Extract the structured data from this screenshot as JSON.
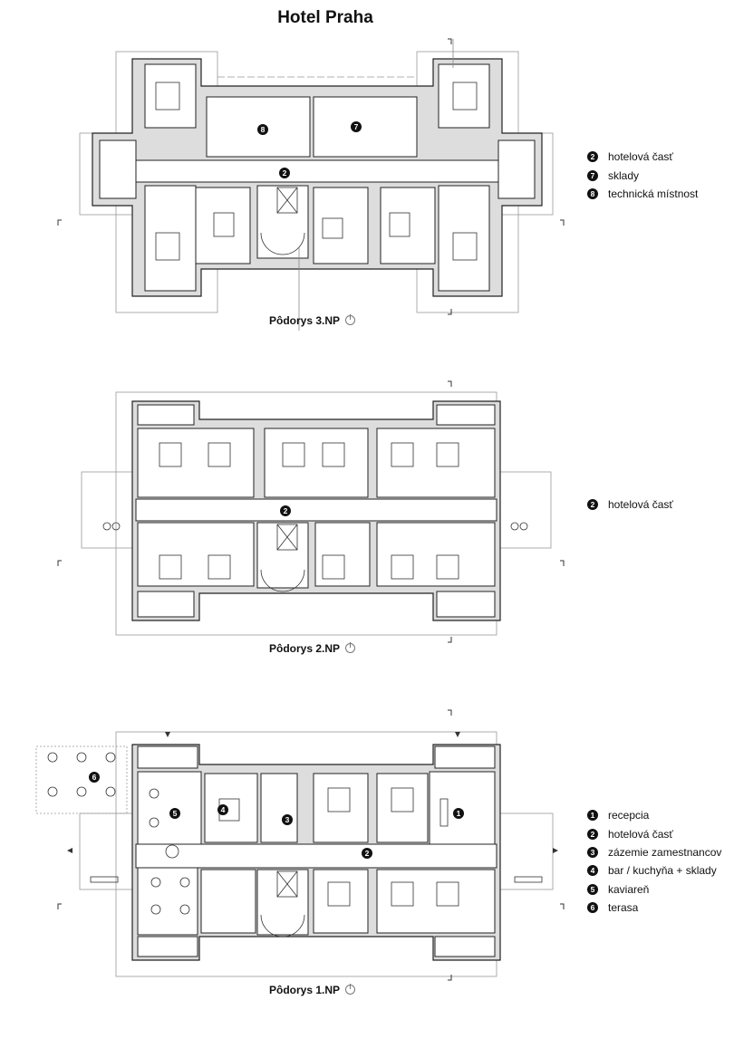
{
  "title": "Hotel Praha",
  "plans": [
    {
      "caption": "Pôdorys 3.NP",
      "labels": [
        "8",
        "7",
        "2"
      ],
      "legend": [
        {
          "num": "2",
          "text": "hotelová časť"
        },
        {
          "num": "7",
          "text": "sklady"
        },
        {
          "num": "8",
          "text": "technická místnost"
        }
      ]
    },
    {
      "caption": "Pôdorys 2.NP",
      "labels": [
        "2"
      ],
      "legend": [
        {
          "num": "2",
          "text": "hotelová časť"
        }
      ]
    },
    {
      "caption": "Pôdorys 1.NP",
      "labels": [
        "6",
        "5",
        "4",
        "3",
        "2",
        "1"
      ],
      "legend": [
        {
          "num": "1",
          "text": "recepcia"
        },
        {
          "num": "2",
          "text": "hotelová časť"
        },
        {
          "num": "3",
          "text": "zázemie zamestnancov"
        },
        {
          "num": "4",
          "text": "bar / kuchyňa  + sklady"
        },
        {
          "num": "5",
          "text": "kaviareň"
        },
        {
          "num": "6",
          "text": "terasa"
        }
      ]
    }
  ]
}
